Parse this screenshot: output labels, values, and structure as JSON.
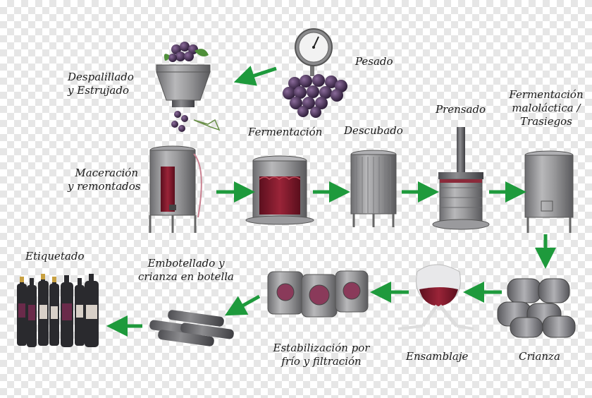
{
  "steps": {
    "pesado": {
      "label": "Pesado"
    },
    "despalillado": {
      "line1": "Despalillado",
      "line2": "y Estrujado"
    },
    "maceracion": {
      "line1": "Maceración",
      "line2": "y remontados"
    },
    "fermentacion": {
      "label": "Fermentación"
    },
    "descubado": {
      "label": "Descubado"
    },
    "prensado": {
      "label": "Prensado"
    },
    "malolactica": {
      "line1": "Fermentación",
      "line2": "maloláctica /",
      "line3": "Trasiegos"
    },
    "crianza": {
      "label": "Crianza"
    },
    "ensamblaje": {
      "label": "Ensamblaje"
    },
    "estabilizacion": {
      "line1": "Estabilización por",
      "line2": "frío y filtración"
    },
    "embotellado": {
      "line1": "Embotellado y",
      "line2": "crianza en botella"
    },
    "etiquetado": {
      "label": "Etiquetado"
    }
  },
  "colors": {
    "arrow": "#1e9a3c",
    "steel": "#8a8a8c",
    "wine": "#7a1a2a",
    "grape": "#3a2a4a",
    "bottle": "#2a2a2e"
  }
}
